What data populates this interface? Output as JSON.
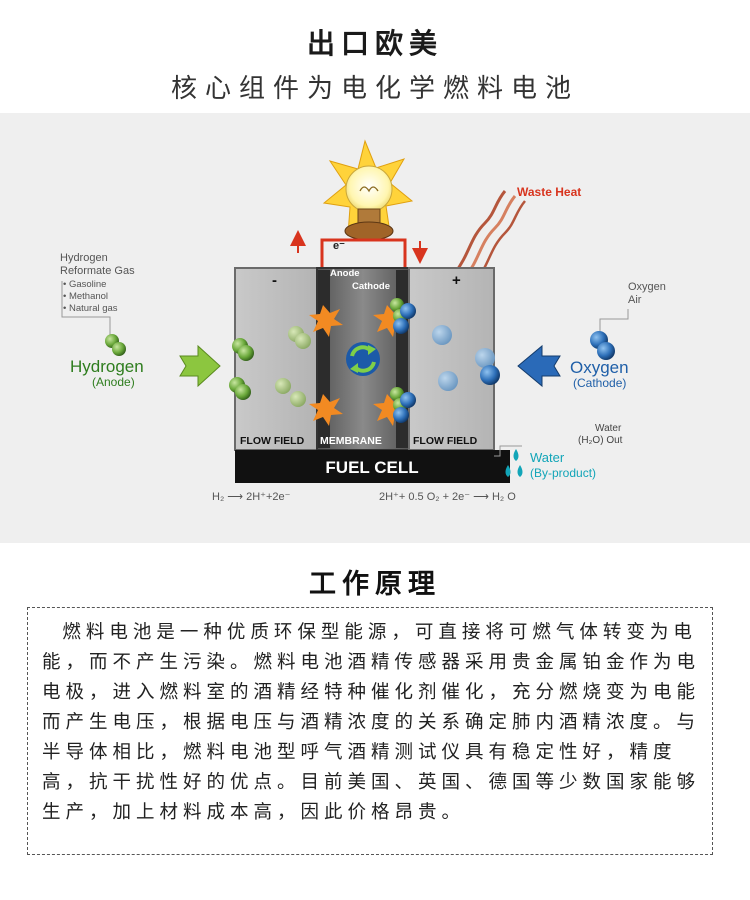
{
  "header": {
    "title": "出口欧美",
    "subtitle": "核心组件为电化学燃料电池"
  },
  "diagram": {
    "left_note": {
      "title_line1": "Hydrogen",
      "title_line2": "Reformate Gas",
      "items": [
        "• Gasoline",
        "• Methanol",
        "• Natural gas"
      ]
    },
    "hydrogen_label": "Hydrogen",
    "anode_sub": "(Anode)",
    "oxygen_air_line1": "Oxygen",
    "oxygen_air_line2": "Air",
    "oxygen_label": "Oxygen",
    "cathode_sub": "(Cathode)",
    "waste_heat": "Waste Heat",
    "electron": "e⁻",
    "anode_tag": "Anode",
    "cathode_tag": "Cathode",
    "minus": "-",
    "plus": "+",
    "flow_field_left": "FLOW FIELD",
    "membrane": "MEMBRANE",
    "flow_field_right": "FLOW FIELD",
    "fuel_cell": "FUEL CELL",
    "water_out_line1": "Water",
    "water_out_line2": "(H₂O) Out",
    "water_label": "Water",
    "water_sub": "(By-product)",
    "eq_left": "H₂ ⟶ 2H⁺+2e⁻",
    "eq_right": "2H⁺+ 0.5 O₂ + 2e⁻ ⟶ H₂ O",
    "colors": {
      "hydrogen_green": "#2e7d1e",
      "oxygen_blue": "#1f5fa8",
      "waste_heat_red": "#d8341e",
      "water_cyan": "#12a5b8"
    }
  },
  "principle": {
    "title": "工作原理",
    "body": "燃料电池是一种优质环保型能源，可直接将可燃气体转变为电能，而不产生污染。燃料电池酒精传感器采用贵金属铂金作为电电极，进入燃料室的酒精经特种催化剂催化，充分燃烧变为电能而产生电压，根据电压与酒精浓度的关系确定肺内酒精浓度。与半导体相比，燃料电池型呼气酒精测试仪具有稳定性好，精度高，抗干扰性好的优点。目前美国、英国、德国等少数国家能够生产，加上材料成本高，因此价格昂贵。"
  }
}
